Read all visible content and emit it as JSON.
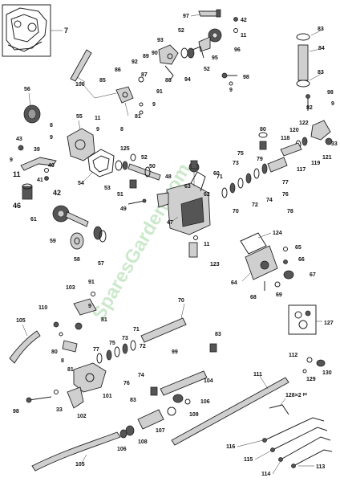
{
  "watermark": "SparesGarden.com",
  "labels": {
    "l97": "97",
    "l42a": "42",
    "l11a": "11",
    "l7": "7",
    "l83a": "83",
    "l52a": "52",
    "l93": "93",
    "l96": "96",
    "l84": "84",
    "l89": "89",
    "l90": "90",
    "l95": "95",
    "l83b": "83",
    "l92": "92",
    "l52b": "52",
    "l88": "88",
    "l94": "94",
    "l98a": "98",
    "l100": "100",
    "l86": "86",
    "l85": "85",
    "l87": "87",
    "l91a": "91",
    "l9a": "9",
    "l9b": "9",
    "l98b": "98",
    "l56": "56",
    "l81a": "81",
    "l82": "82",
    "l55": "55",
    "l11b": "11",
    "l8a": "8",
    "l9c": "9",
    "l9d": "9",
    "l8b": "8",
    "l122": "122",
    "l80": "80",
    "l120": "120",
    "l43": "43",
    "l118": "118",
    "l33a": "33",
    "l121": "121",
    "l119": "119",
    "l125": "125",
    "l39": "39",
    "l117": "117",
    "l75": "75",
    "l9e": "9",
    "l40": "40",
    "l52c": "52",
    "l79": "79",
    "l11c": "11",
    "l54": "54",
    "l41": "41",
    "l53": "53",
    "l50": "50",
    "l60": "60",
    "l73": "73",
    "l42b": "42",
    "l71": "71",
    "l48": "48",
    "l77a": "77",
    "l76a": "76",
    "l46": "46",
    "l51": "51",
    "l63": "63",
    "l62": "62",
    "l74a": "74",
    "l72a": "72",
    "l78": "78",
    "l49": "49",
    "l70a": "70",
    "l61": "61",
    "l47": "47",
    "l124": "124",
    "l59": "59",
    "l65": "65",
    "l11d": "11",
    "l58": "58",
    "l57": "57",
    "l123": "123",
    "l66": "66",
    "l67": "67",
    "l64": "64",
    "l68": "68",
    "l69": "69",
    "l103": "103",
    "l91b": "91",
    "l70b": "70",
    "l110": "110",
    "l9f": "9",
    "l81b": "81",
    "l105a": "105",
    "l127": "127",
    "l72b": "72",
    "l71b": "71",
    "l73b": "73",
    "l75b": "75",
    "l80b": "80",
    "l83c": "83",
    "l99": "99",
    "l77b": "77",
    "l74b": "74",
    "l112": "112",
    "l8c": "8",
    "l76b": "76",
    "l129": "129",
    "l130": "130",
    "l111": "111",
    "l104": "104",
    "l81c": "81",
    "l101": "101",
    "l83d": "83",
    "l128": "128×2",
    "l128suffix": "pz",
    "l33b": "33",
    "l98c": "98",
    "l106a": "106",
    "l109": "109",
    "l102": "102",
    "l107": "107",
    "l108": "108",
    "l106b": "106",
    "l116": "116",
    "l115": "115",
    "l105b": "105",
    "l114": "114",
    "l113": "113"
  }
}
